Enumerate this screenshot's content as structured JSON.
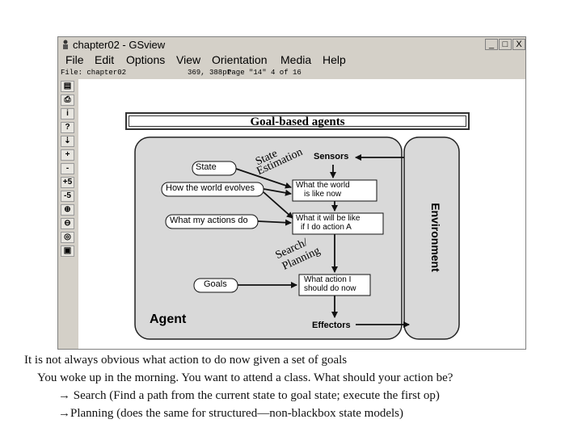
{
  "window": {
    "title": "chapter02 - GSview",
    "controls": [
      "_",
      "□",
      "X"
    ],
    "menus": [
      "File",
      "Edit",
      "Options",
      "View",
      "Orientation",
      "Media",
      "Help"
    ],
    "status": {
      "file": "File: chapter02",
      "coords": "369, 388pt",
      "page": "Page \"14\"  4 of 16"
    },
    "toolbar_buttons": [
      "open-icon",
      "print-icon",
      "info-icon",
      "help-icon",
      "goto-icon",
      "+",
      "-",
      "+5",
      "-5",
      "zoom-in-icon",
      "zoom-out-icon",
      "magnify-icon",
      "fit-icon"
    ]
  },
  "diagram": {
    "title": "Goal-based agents",
    "agent_label": "Agent",
    "environment_label": "Environment",
    "sensors": "Sensors",
    "effectors": "Effectors",
    "state": "State",
    "how_world_evolves": "How the world evolves",
    "what_actions_do": "What my actions do",
    "goals": "Goals",
    "world_now": [
      "What the world",
      "is like now"
    ],
    "world_if": [
      "What it will be like",
      "if I do action A"
    ],
    "action_now": [
      "What action I",
      "should do now"
    ],
    "state_estimation": [
      "State",
      "Estimation"
    ],
    "search_planning": [
      "Search/",
      "Planning"
    ]
  },
  "slide": {
    "line1": "It is not always obvious what action to do now given a set of goals",
    "line2": "You woke up in the morning. You want to attend a class. What should your action be?",
    "line3": "Search  (Find a path from the current state to goal state; execute the first op)",
    "line4": "Planning (does the same for structured—non-blackbox state models)",
    "arrow": "→"
  },
  "colors": {
    "chrome": "#d4d0c8",
    "diagram_fill": "#d9d9d9",
    "ink": "#111111"
  }
}
